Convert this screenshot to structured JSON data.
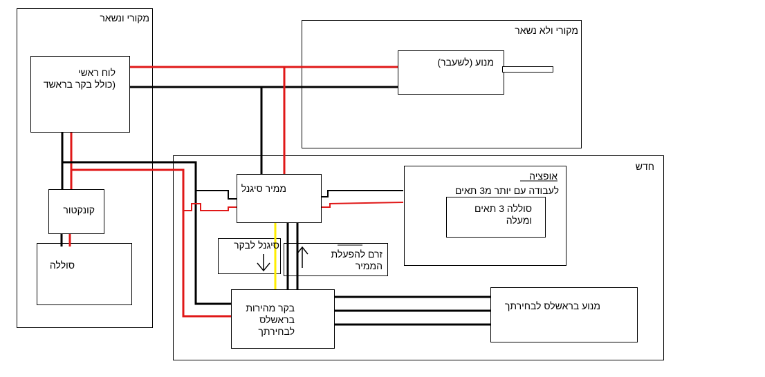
{
  "colors": {
    "power": "#e01818",
    "ground": "#000000",
    "signal": "#ffee00"
  },
  "labels": {
    "existing_original": "מקורי ונשאר",
    "original_not_kept": "מקורי ולא נשאר",
    "new_section": "חדש",
    "main_board": "לוח ראשי\n(כולל בקר בראשד",
    "original_motor": "מנוע (לשעבר)",
    "contactor": "קונקטור",
    "battery": "סוללה",
    "signal_converter": "ממיר סיגנל",
    "option_title": "אופציה",
    "option_desc": "לעבודה עם יותר מ3 תאים",
    "battery_3_cells": "סוללה 3 תאים\nומעלה",
    "signal_to_controller": "סיגנל לבקר",
    "current_to_converter": "זרם להפעלת\nהממיר",
    "brushless_controller": "בקר מהירות\nבראשלס\nלבחירתך",
    "brushless_motor": "מנוע בראשלס לבחירתך"
  }
}
